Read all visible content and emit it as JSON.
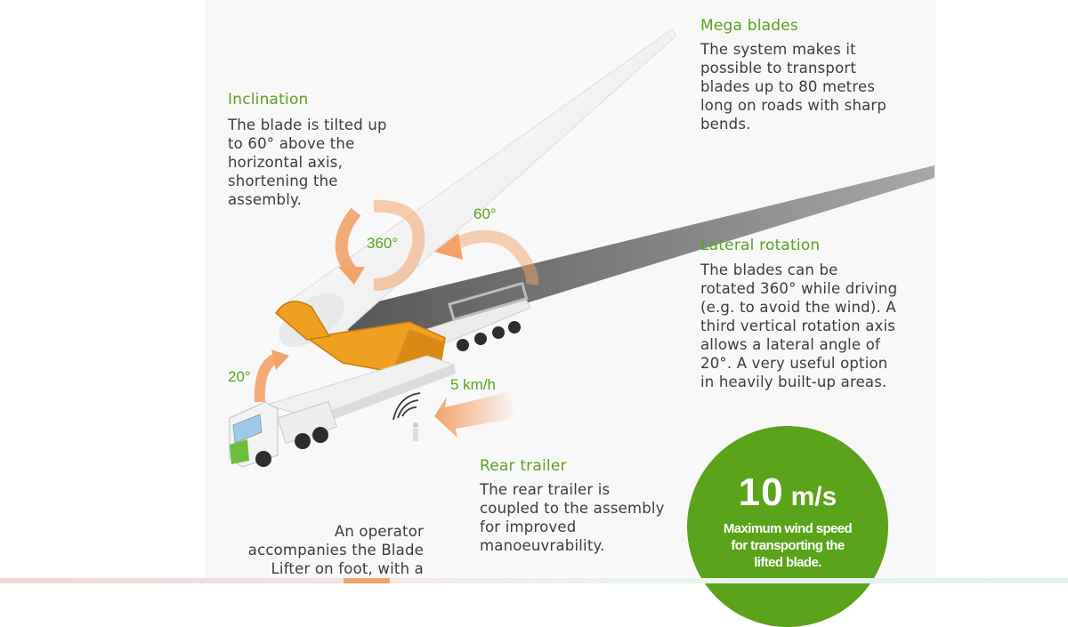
{
  "inclination": {
    "heading": "Inclination",
    "text": "The blade is tilted up\nto 60° above the\nhorizontal axis,\nshortening the\nassembly."
  },
  "mega_blades": {
    "heading": "Mega blades",
    "text": "The system makes it\npossible to transport\nblades up to 80 metres\nlong on roads with sharp\nbends."
  },
  "lateral_rotation": {
    "heading": "Lateral rotation",
    "text": "The blades can be\nrotated 360° while driving\n(e.g. to avoid the wind). A\nthird vertical rotation axis\nallows a lateral angle of\n20°. A very useful option\nin heavily built-up areas."
  },
  "rear_trailer": {
    "heading": "Rear trailer",
    "text": "The rear trailer is\ncoupled to the assembly\nfor improved\nmanoeuvrability."
  },
  "operator": {
    "text": "An operator\naccompanies the Blade\nLifter on foot, with a"
  },
  "labels": {
    "angle_60": "60°",
    "angle_360": "360°",
    "angle_20": "20°",
    "speed": "5 km/h"
  },
  "wind": {
    "value": "10",
    "unit": "m/s",
    "caption": "Maximum wind speed\nfor transporting the\nlifted blade."
  },
  "colors": {
    "accent_green": "#5aa31a",
    "arrow_orange": "#f3a36a",
    "lifter_orange": "#f0a020"
  }
}
